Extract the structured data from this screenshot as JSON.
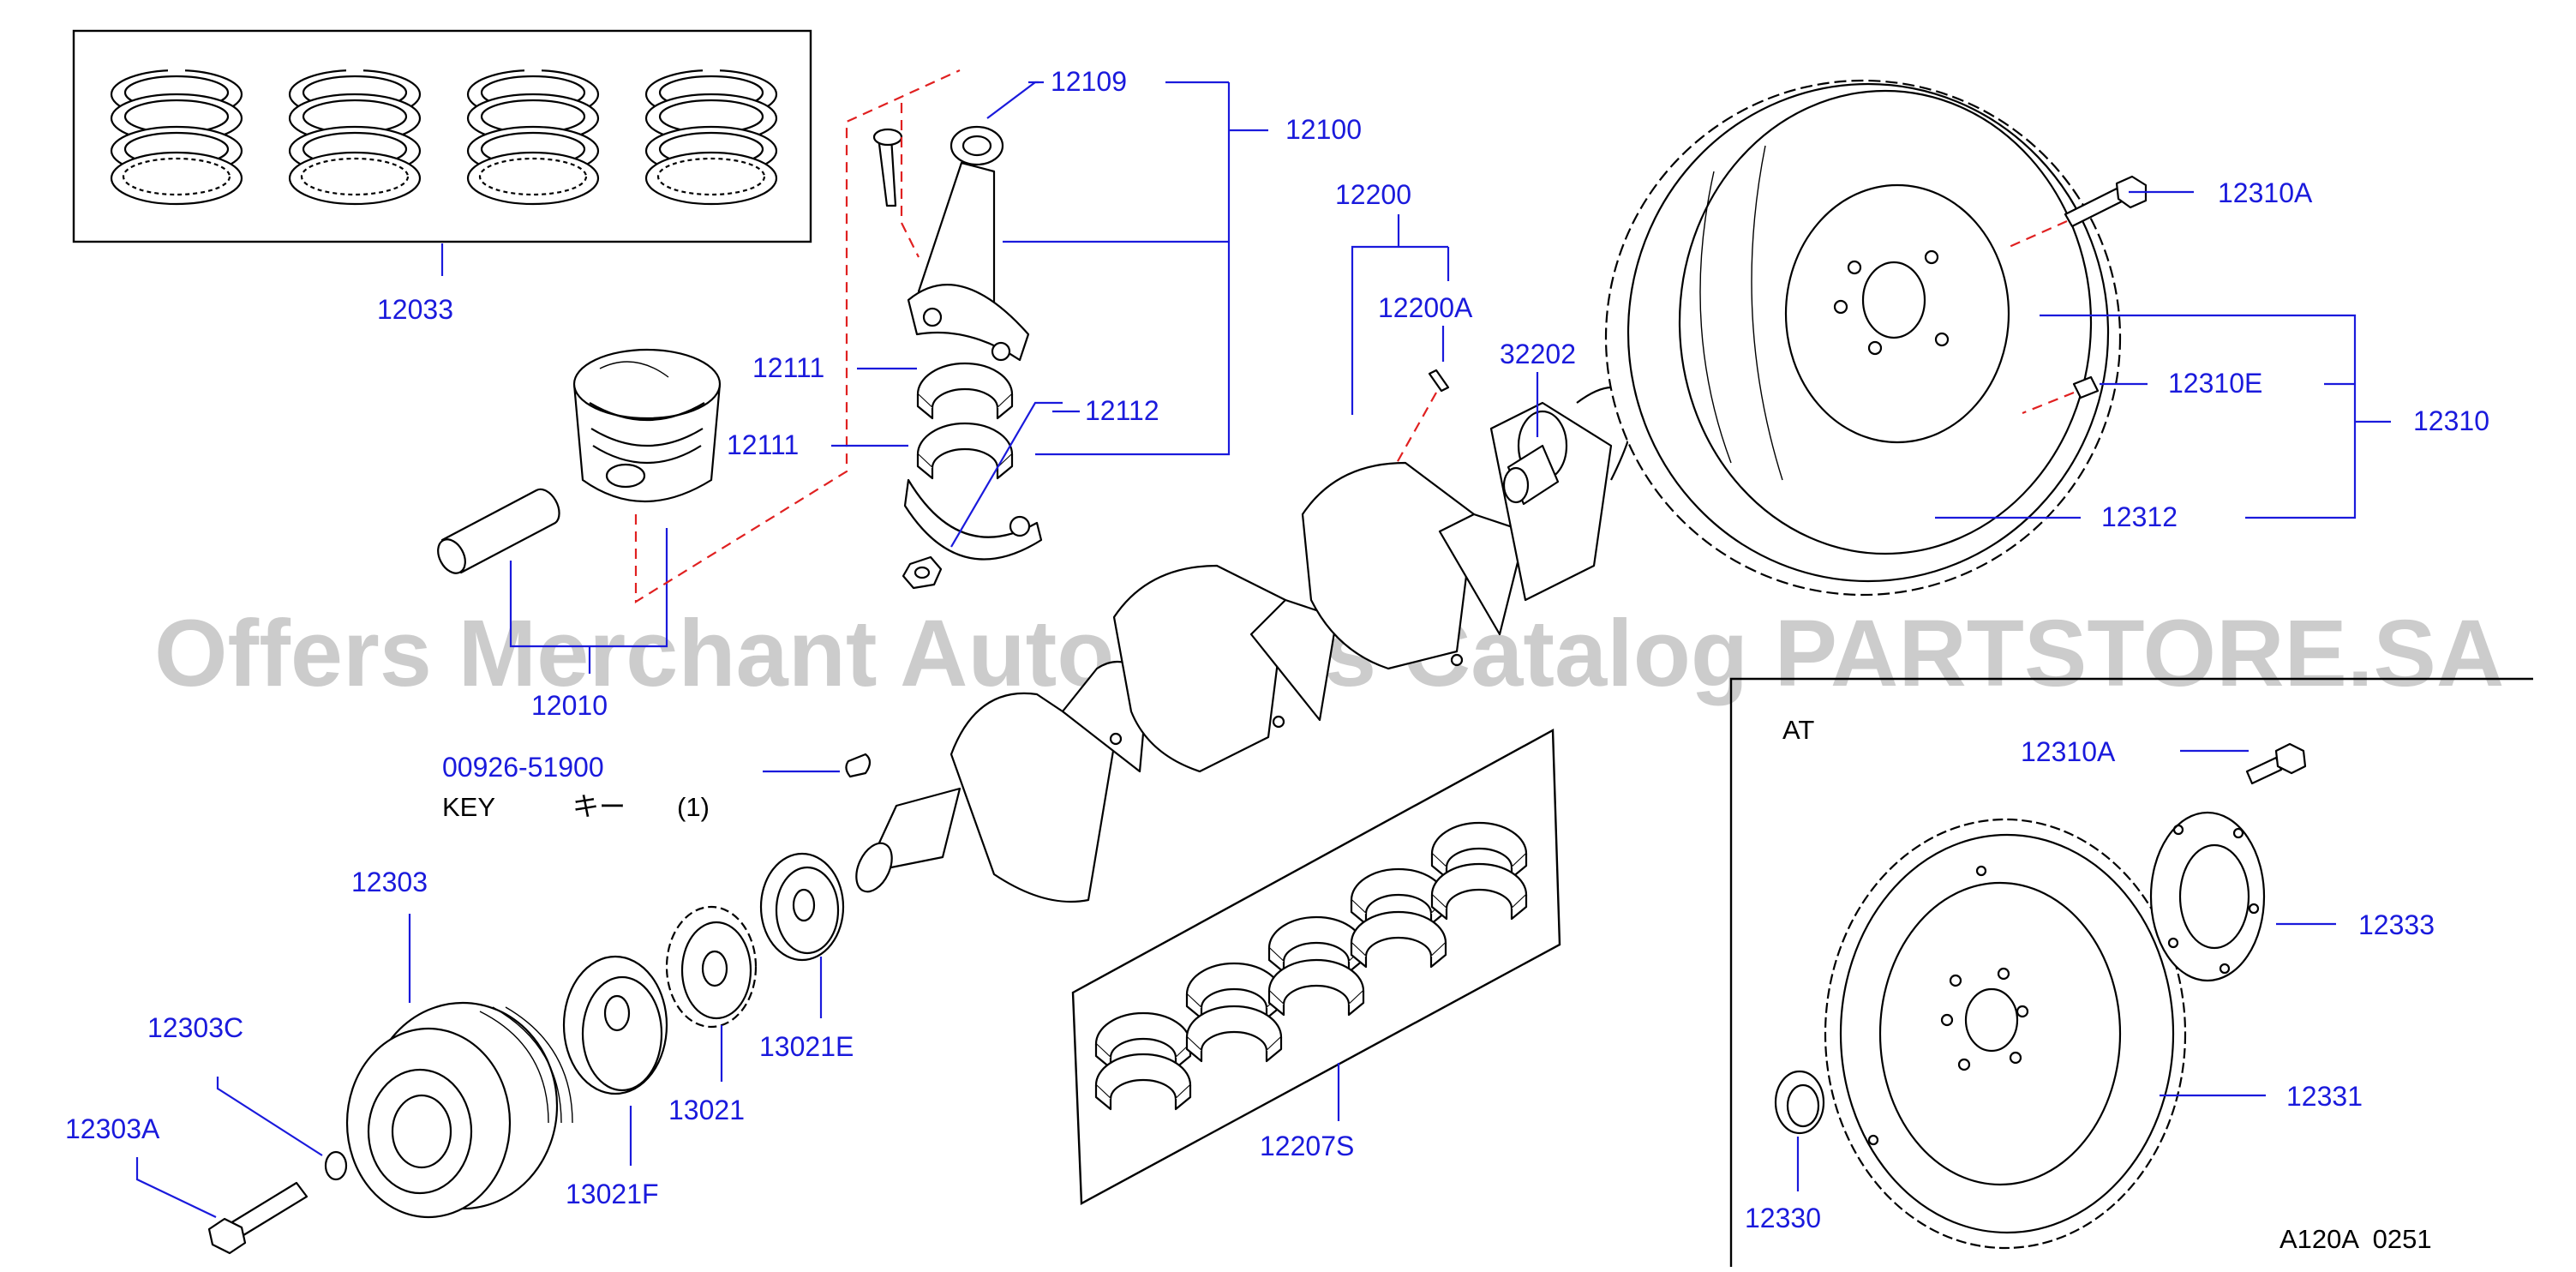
{
  "diagram": {
    "labels": {
      "p12033": "12033",
      "p12109": "12109",
      "p12100": "12100",
      "p12111a": "12111",
      "p12111b": "12111",
      "p12112": "12112",
      "p12010": "12010",
      "p12200": "12200",
      "p12200A": "12200A",
      "p32202": "32202",
      "p12310A": "12310A",
      "p12310E": "12310E",
      "p12310": "12310",
      "p12312": "12312",
      "p00926": "00926-51900",
      "key_label": "KEY",
      "key_jp": "キー",
      "key_qty": "(1)",
      "p12303": "12303",
      "p12303C": "12303C",
      "p12303A": "12303A",
      "p13021F": "13021F",
      "p13021": "13021",
      "p13021E": "13021E",
      "p12207S": "12207S",
      "at_title": "AT",
      "p12310A_at": "12310A",
      "p12333": "12333",
      "p12331": "12331",
      "p12330": "12330",
      "diagram_code": "A120A  0251"
    },
    "watermark": "Offers Merchant Auto Parts Catalog PARTSTORE.SA",
    "colors": {
      "label": "#1a1adc",
      "dashed_indicator": "#e02020",
      "line_art": "#000000"
    }
  }
}
